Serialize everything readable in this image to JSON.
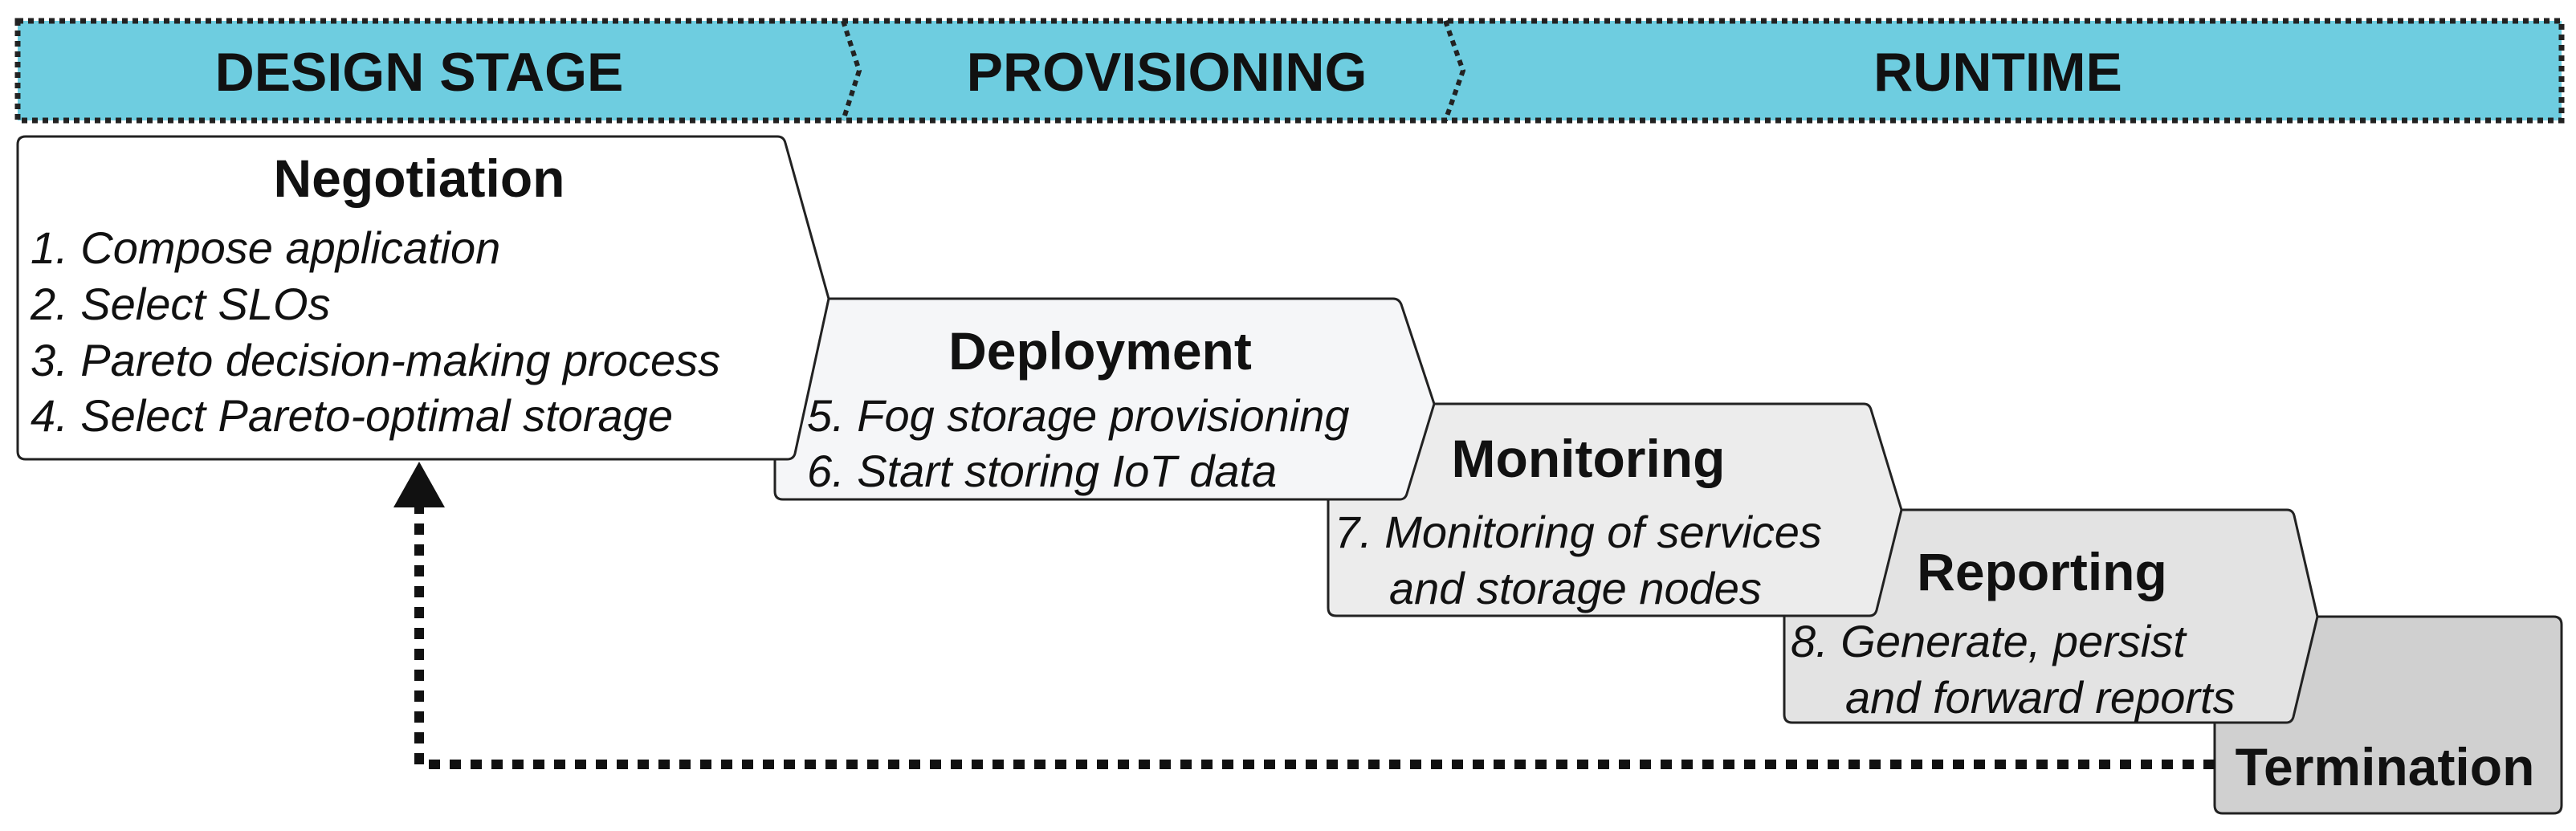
{
  "colors": {
    "banner": "#6ecde0",
    "outline": "#222222",
    "negotiation_fill": "#ffffff",
    "deployment_fill": "#f5f6f8",
    "monitoring_fill": "#ececec",
    "reporting_fill": "#e3e3e3",
    "termination_fill": "#d0d0d0"
  },
  "stages": [
    {
      "label": "DESIGN STAGE"
    },
    {
      "label": "PROVISIONING"
    },
    {
      "label": "RUNTIME"
    }
  ],
  "phases": {
    "negotiation": {
      "title": "Negotiation",
      "steps": [
        "1. Compose application",
        "2. Select SLOs",
        "3. Pareto decision-making process",
        "4. Select Pareto-optimal storage"
      ]
    },
    "deployment": {
      "title": "Deployment",
      "steps": [
        "5. Fog storage provisioning",
        "6. Start storing IoT data"
      ]
    },
    "monitoring": {
      "title": "Monitoring",
      "steps": [
        "7. Monitoring of services",
        "and storage nodes"
      ]
    },
    "reporting": {
      "title": "Reporting",
      "steps": [
        "8. Generate, persist",
        "and forward reports"
      ]
    },
    "termination": {
      "title": "Termination"
    }
  }
}
